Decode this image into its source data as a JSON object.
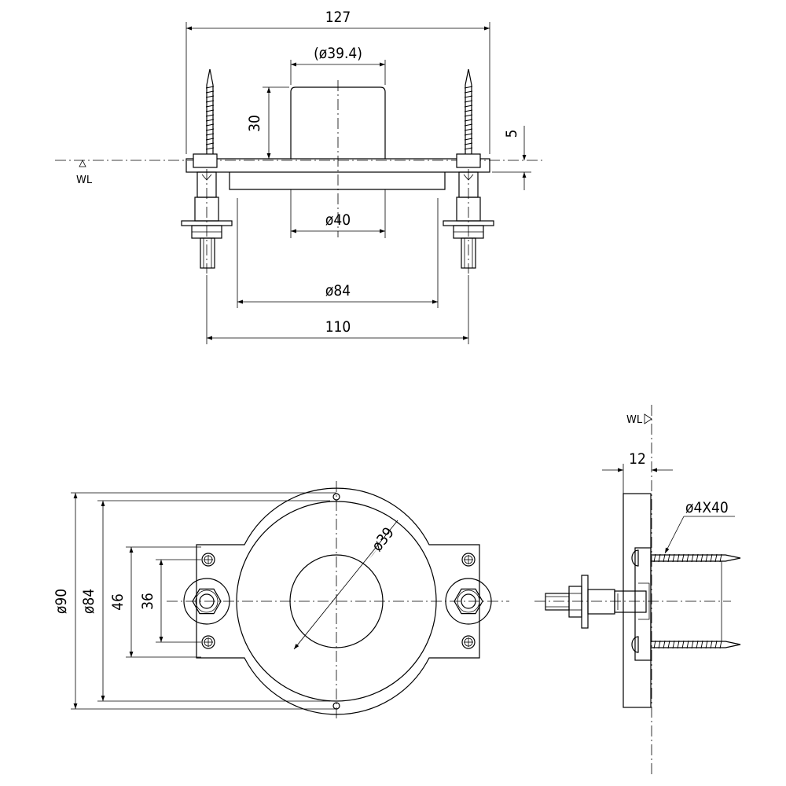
{
  "dimensions": {
    "overall_width": "127",
    "cap_diameter": "(ø39.4)",
    "cap_height": "30",
    "plate_thickness": "5",
    "cap_base_diameter": "ø40",
    "inner_diameter": "ø84",
    "stud_spacing": "110",
    "outer_diameter": "ø90",
    "inner_diameter_front": "ø84",
    "screw_spacing": "46",
    "center_spacing": "36",
    "opening_diameter": "ø39",
    "side_thickness": "12",
    "screw_spec": "ø4X40"
  },
  "labels": {
    "water_level_top": "WL",
    "water_level_side": "WL"
  }
}
